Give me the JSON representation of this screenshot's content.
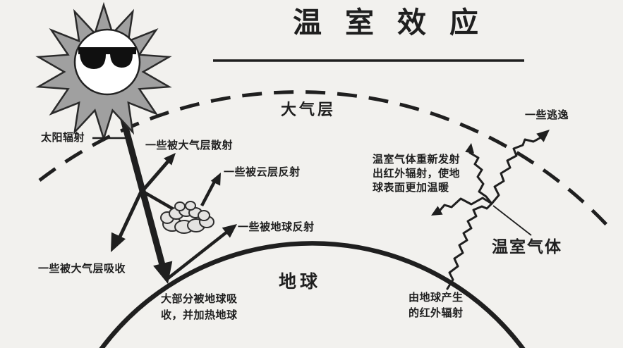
{
  "title": "温室效应",
  "labels": {
    "solar_radiation": "太阳辐射",
    "scattered_by_atmosphere": "一些被大气层散射",
    "reflected_by_clouds": "一些被云层反射",
    "reflected_by_earth": "一些被地球反射",
    "absorbed_by_atmosphere": "一些被大气层吸收",
    "absorbed_by_earth": {
      "line1": "大部分被地球吸",
      "line2": "收，并加热地球"
    },
    "atmosphere": "大气层",
    "earth": "地球",
    "some_escape": "一些逃逸",
    "reemission": {
      "line1": "温室气体重新发射",
      "line2": "出红外辐射，使地",
      "line3": "球表面更加温暖"
    },
    "greenhouse_gas": "温室气体",
    "earth_infrared": {
      "line1": "由地球产生",
      "line2": "的红外辐射"
    }
  },
  "colors": {
    "ink": "#1f1f1f",
    "sun_gray": "#a0a0a0",
    "cloud_fill": "#e4e3e1",
    "background": "#f2f1ee"
  }
}
